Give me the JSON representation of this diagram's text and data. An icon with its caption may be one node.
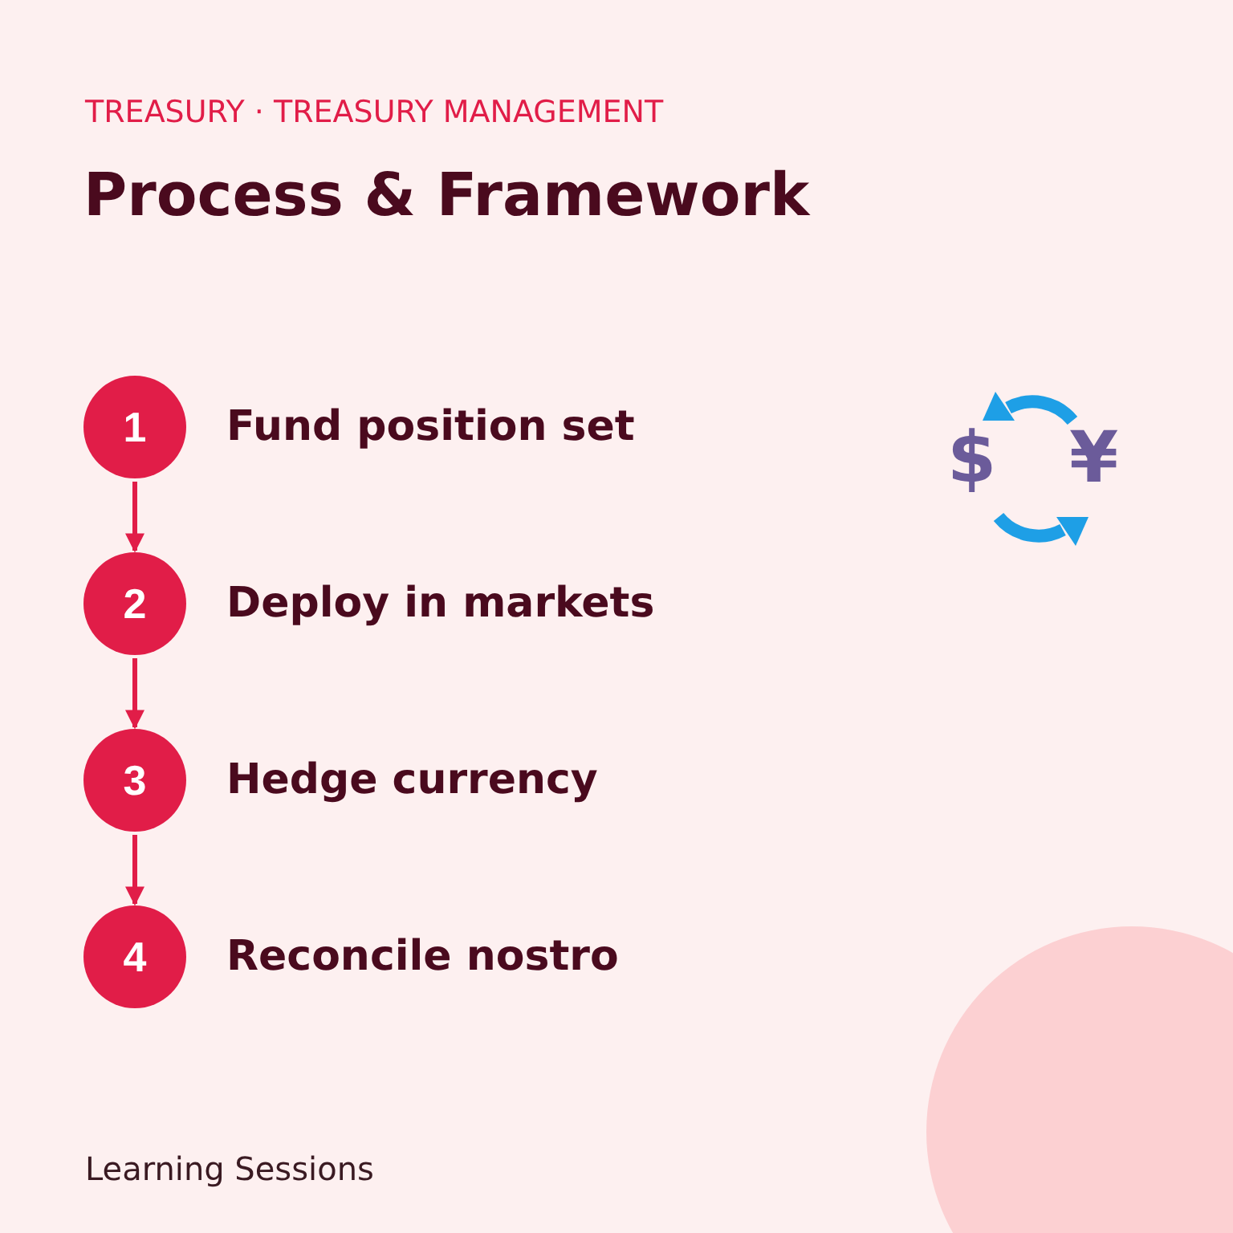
{
  "diagram": {
    "title": "Process & Framework",
    "nodes": [
      {
        "text": [
          "1"
        ],
        "beside": [
          "Fund position set"
        ]
      },
      {
        "text": [
          "2"
        ],
        "beside": [
          "Deploy in markets"
        ]
      },
      {
        "text": [
          "3"
        ],
        "beside": [
          "Hedge currency"
        ]
      },
      {
        "text": [
          "4"
        ],
        "beside": [
          "Reconcile nostro"
        ]
      }
    ],
    "edges": [
      {
        "from": 0,
        "to": 1,
        "arrow": "to"
      },
      {
        "from": 1,
        "to": 2,
        "arrow": "to"
      },
      {
        "from": 2,
        "to": 3,
        "arrow": "to"
      }
    ],
    "labels": [
      "TREASURY · TREASURY MANAGEMENT",
      "$",
      "¥",
      "Learning Sessions"
    ]
  }
}
